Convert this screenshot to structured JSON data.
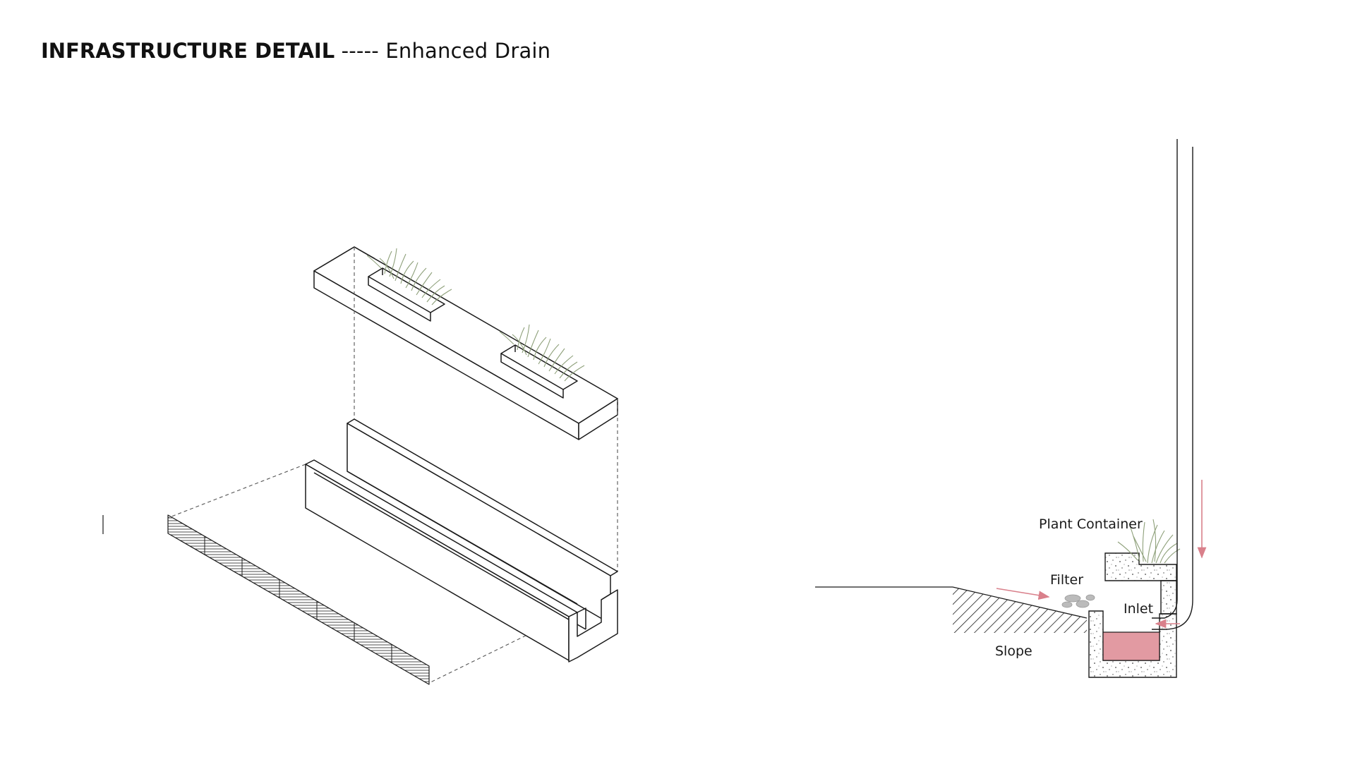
{
  "header": {
    "title_bold": "INFRASTRUCTURE DETAIL",
    "title_dash": "-----",
    "title_sub": "Enhanced Drain"
  },
  "section_labels": {
    "plant_container": "Plant Container",
    "filter": "Filter",
    "inlet": "Inlet",
    "slope": "Slope"
  },
  "colors": {
    "line": "#1a1a1a",
    "water": "#e29aa2",
    "arrow": "#d9808b",
    "grass": "#8ea07a",
    "dashed": "#555555"
  }
}
